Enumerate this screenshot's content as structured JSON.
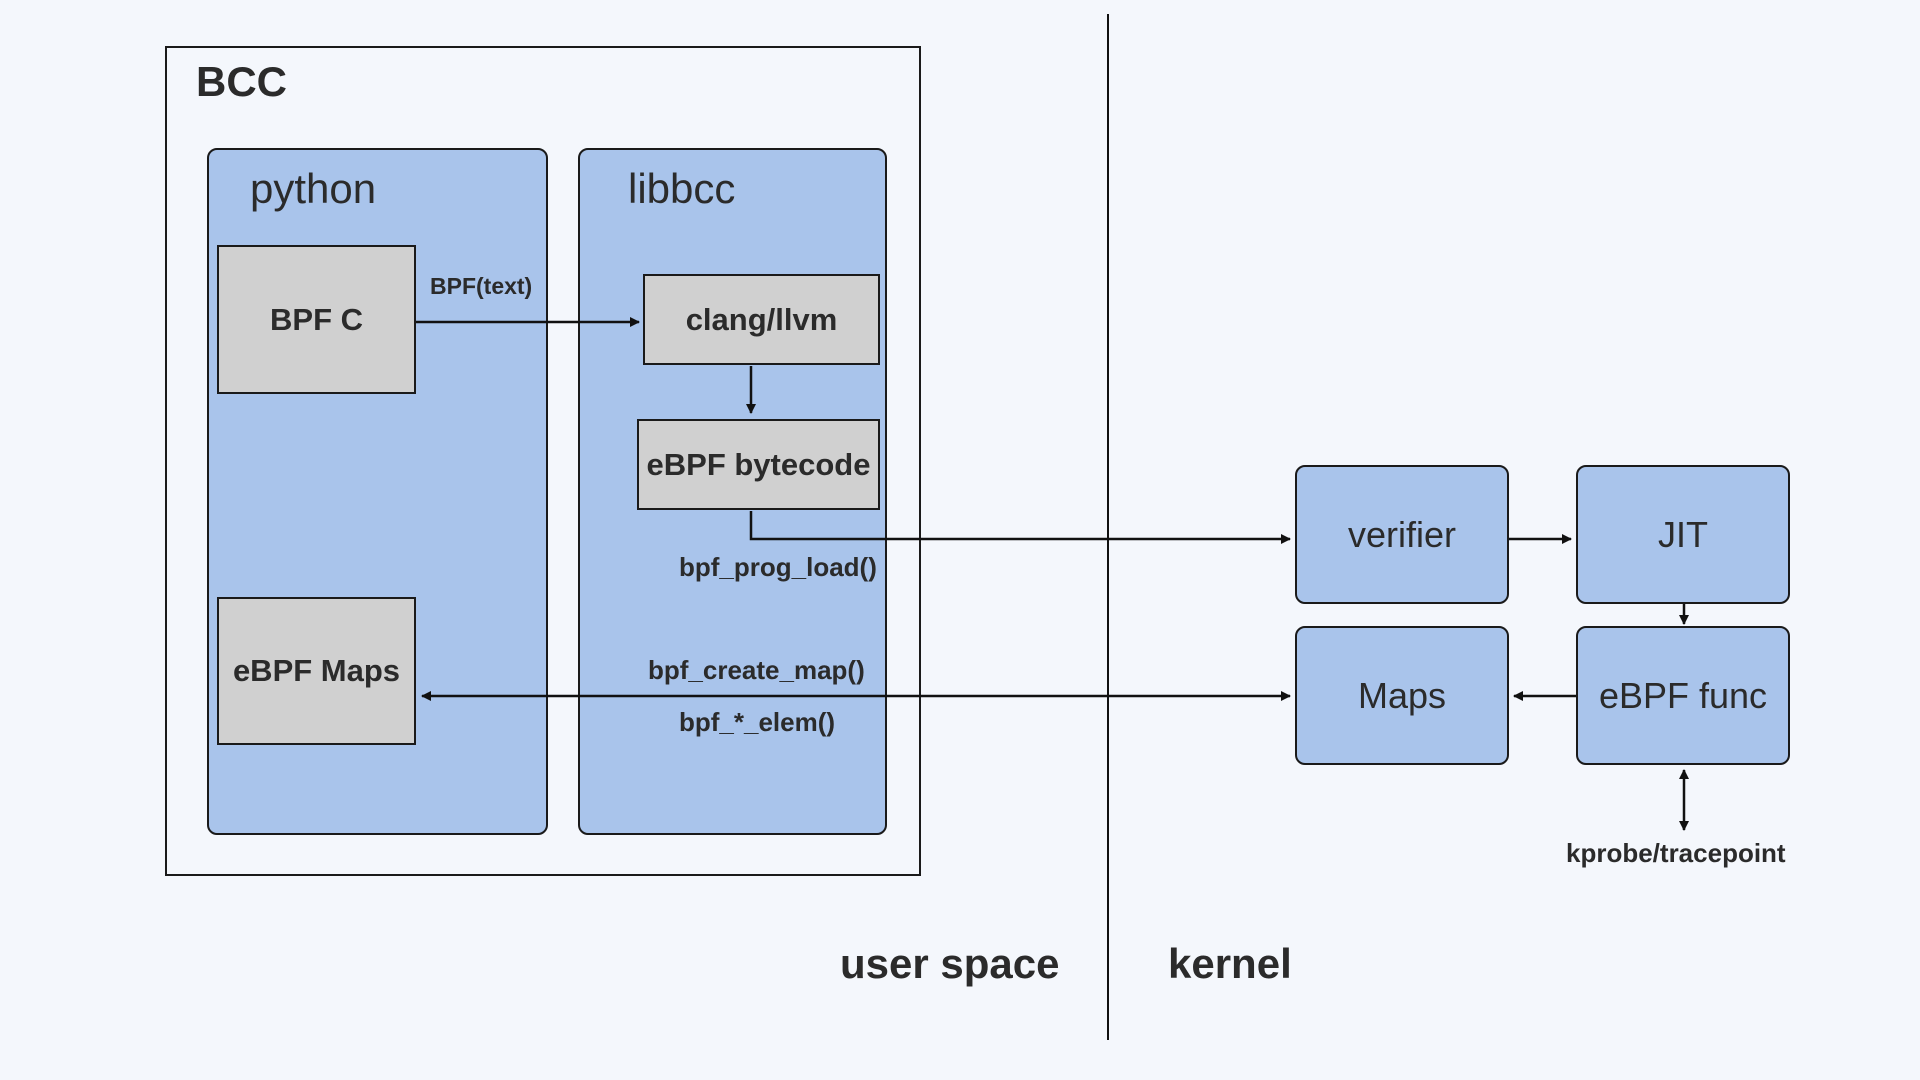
{
  "bcc": {
    "title": "BCC"
  },
  "python": {
    "title": "python",
    "bpf_c": "BPF C",
    "ebpf_maps": "eBPF Maps"
  },
  "libbcc": {
    "title": "libbcc",
    "clang": "clang/llvm",
    "bytecode": "eBPF bytecode"
  },
  "kernel_nodes": {
    "verifier": "verifier",
    "jit": "JIT",
    "maps": "Maps",
    "ebpf_func": "eBPF func"
  },
  "edge_labels": {
    "bpf_text": "BPF(text)",
    "prog_load": "bpf_prog_load()",
    "create_map": "bpf_create_map()",
    "elem": "bpf_*_elem()",
    "kprobe": "kprobe/tracepoint"
  },
  "regions": {
    "user_space": "user space",
    "kernel": "kernel"
  }
}
